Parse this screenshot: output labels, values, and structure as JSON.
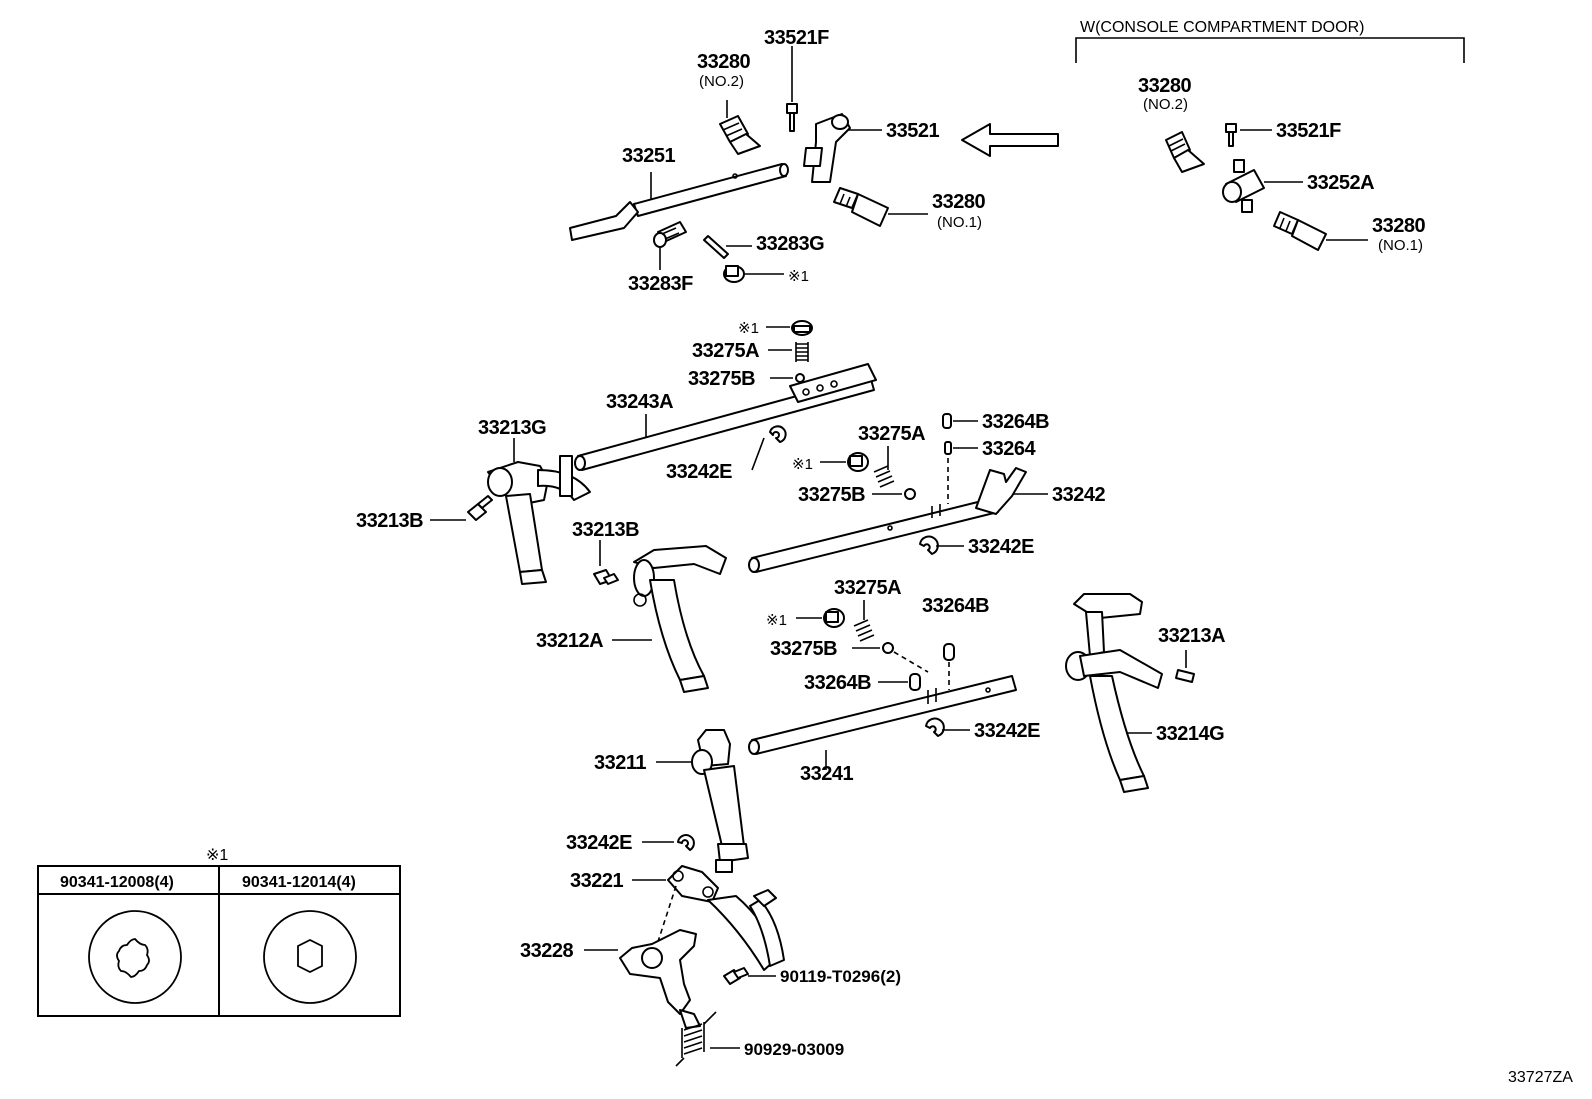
{
  "diagram": {
    "labels": {
      "p33521F_top": "33521F",
      "p33280_top": "33280",
      "p33280_top_sub": "(NO.2)",
      "p33251": "33251",
      "p33521": "33521",
      "p33280_mid": "33280",
      "p33280_mid_sub": "(NO.1)",
      "p33283G": "33283G",
      "mark1_a": "※1",
      "p33283F": "33283F",
      "mark1_b": "※1",
      "p33275A_a": "33275A",
      "p33275B_a": "33275B",
      "p33243A": "33243A",
      "p33213G": "33213G",
      "p33242E_a": "33242E",
      "p33264B_a": "33264B",
      "p33264": "33264",
      "p33275A_b": "33275A",
      "mark1_c": "※1",
      "p33275B_b": "33275B",
      "p33242": "33242",
      "p33213B_a": "33213B",
      "p33213B_b": "33213B",
      "p33242E_b": "33242E",
      "p33212A": "33212A",
      "p33275A_c": "33275A",
      "mark1_d": "※1",
      "p33264B_b": "33264B",
      "p33275B_c": "33275B",
      "p33264B_c": "33264B",
      "p33213A": "33213A",
      "p33242E_c": "33242E",
      "p33214G": "33214G",
      "p33211": "33211",
      "p33241": "33241",
      "p33242E_d": "33242E",
      "p33221": "33221",
      "p33228": "33228",
      "p90119": "90119-T0296(2)",
      "p90929": "90929-03009",
      "figure_code": "33727ZA"
    },
    "console": {
      "header": "W(CONSOLE COMPARTMENT DOOR)",
      "p33280_top": "33280",
      "p33280_top_sub": "(NO.2)",
      "p33521F": "33521F",
      "p33252A": "33252A",
      "p33280_bot": "33280",
      "p33280_bot_sub": "(NO.1)"
    },
    "legend": {
      "mark": "※1",
      "col1": "90341-12008(4)",
      "col2": "90341-12014(4)"
    }
  }
}
